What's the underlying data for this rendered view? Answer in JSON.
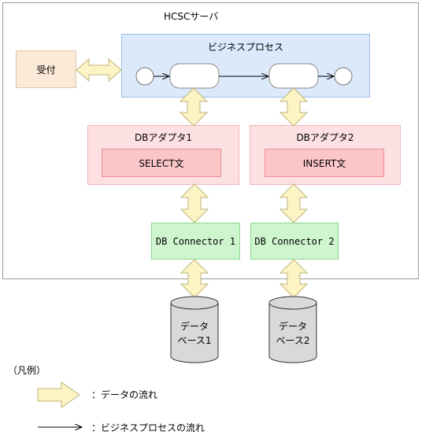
{
  "server": {
    "title": "HCSCサーバ"
  },
  "business_process": {
    "title": "ビジネスプロセス"
  },
  "reception": {
    "label": "受付"
  },
  "adapters": [
    {
      "title": "DBアダプタ1",
      "statement": "SELECT文",
      "connector": "DB Connector 1",
      "database": [
        "データ",
        "ベース1"
      ]
    },
    {
      "title": "DBアダプタ2",
      "statement": "INSERT文",
      "connector": "DB Connector 2",
      "database": [
        "データ",
        "ベース2"
      ]
    }
  ],
  "legend": {
    "title": "（凡例）",
    "data_flow": "：データの流れ",
    "process_flow": "：ビジネスプロセスの流れ"
  },
  "colors": {
    "data_arrow_fill": "#fcf4c4",
    "data_arrow_stroke": "#bfb47a",
    "business_process_fill": "#dbe9fb",
    "adapter_fill": "#fde0e2",
    "statement_fill": "#fcc6c8",
    "connector_fill": "#cff5cf",
    "reception_fill": "#fbe9d7",
    "database_fill": "#d9d9d9"
  }
}
